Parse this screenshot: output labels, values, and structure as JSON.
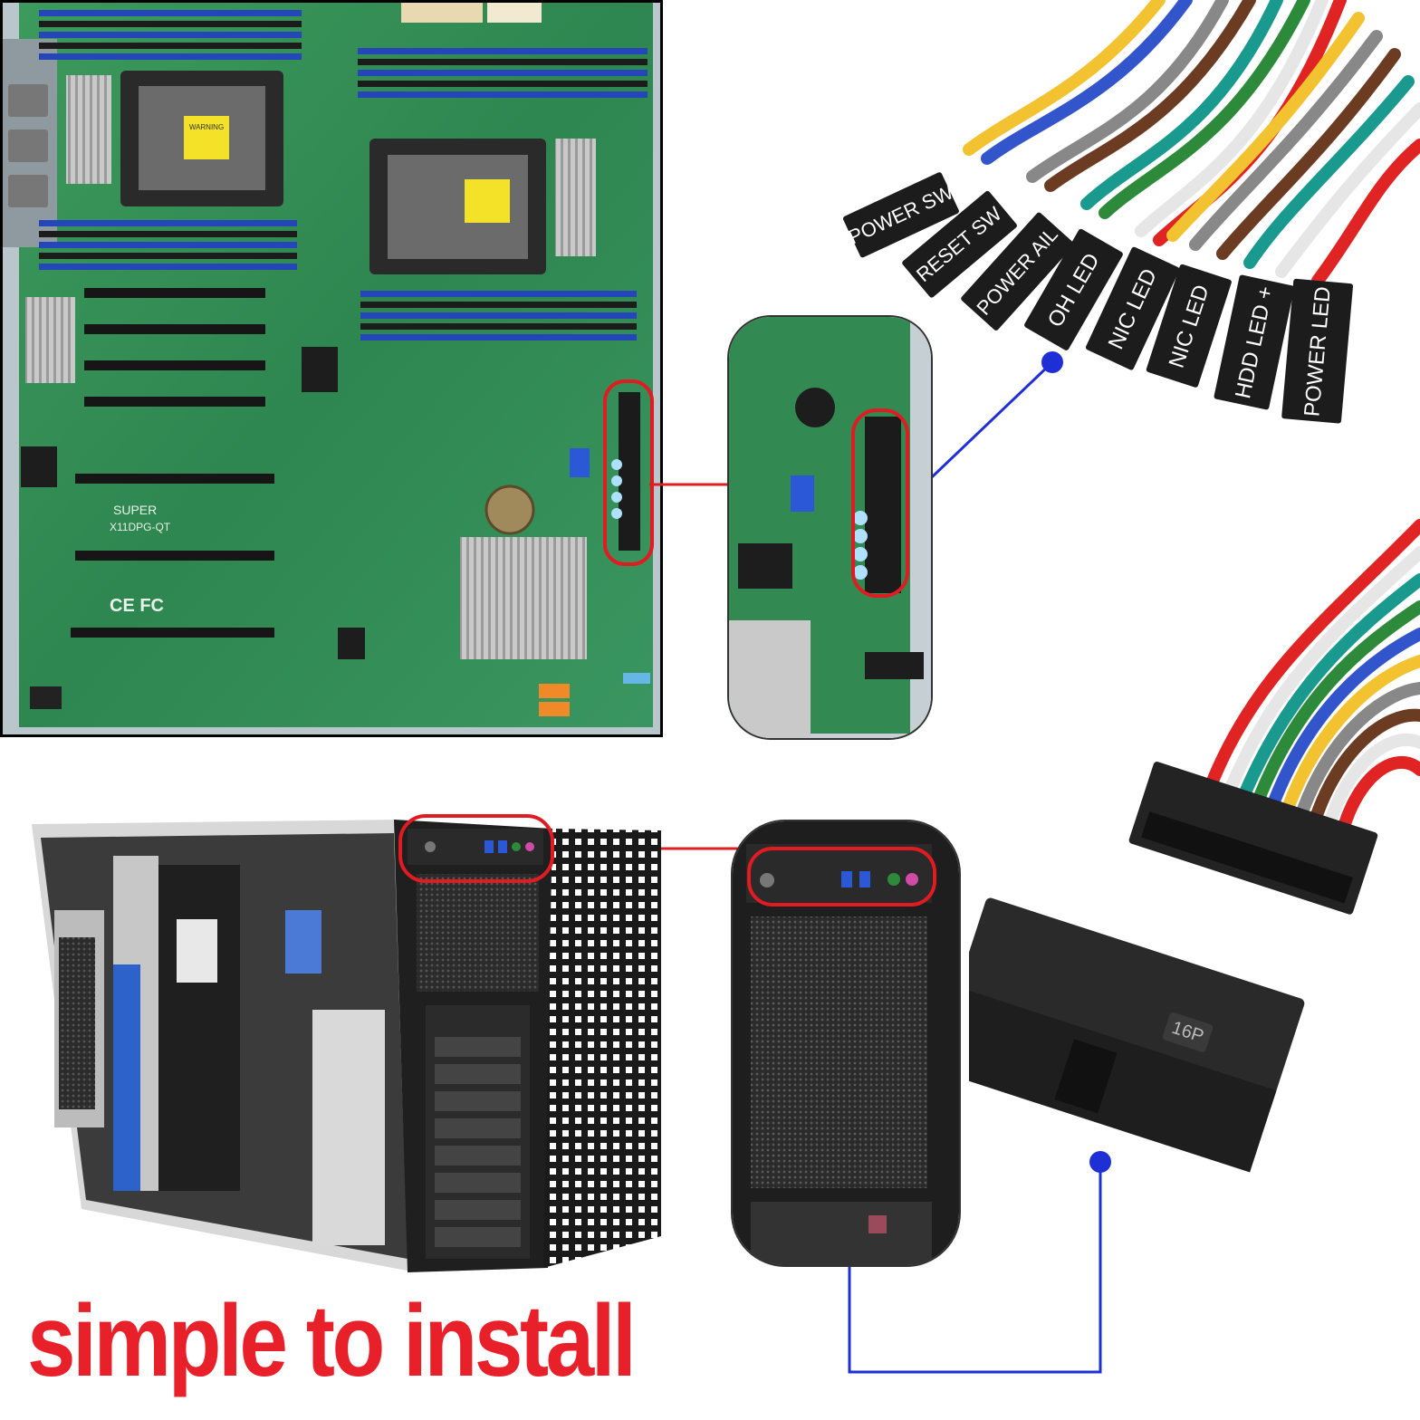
{
  "connectors": {
    "labels": [
      "POWER SW",
      "RESET SW",
      "POWER AIL",
      "OH LED",
      "NIC LED",
      "NIC LED",
      "HDD LED +",
      "POWER LED"
    ],
    "connector_16p_label": "16P"
  },
  "board": {
    "brand_text": "SUPER",
    "model_text": "X11DPG-QT",
    "cert_text": "CE FC",
    "cpu_warning_text": "WARNING"
  },
  "tagline": {
    "text": "simple to install",
    "color": "#e8202a"
  },
  "colors": {
    "highlight_red": "#e11b22",
    "pointer_blue": "#1f2fd6",
    "pcb_green": "#2f8a4e",
    "dimm_blue": "#2446b8"
  }
}
